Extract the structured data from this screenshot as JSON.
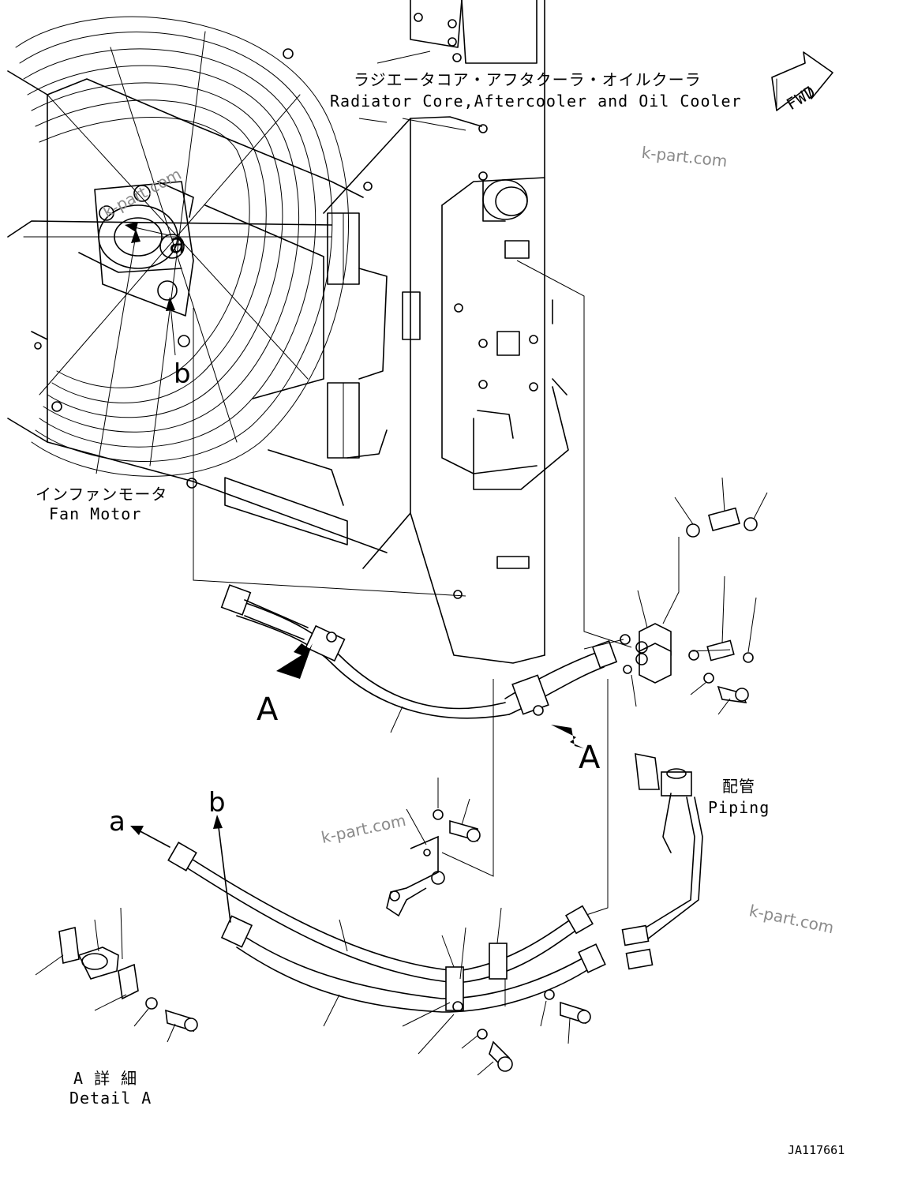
{
  "labels": {
    "radiator_jp": "ラジエータコア・アフタクーラ・オイルクーラ",
    "radiator_en": "Radiator Core,Aftercooler and Oil Cooler",
    "fan_motor_jp": "インファンモータ",
    "fan_motor_en": "Fan Motor",
    "piping_jp": "配管",
    "piping_en": "Piping",
    "detail_jp": "A 詳 細",
    "detail_en": "Detail A",
    "fwd": "FWD",
    "marker_a_upper": "a",
    "marker_b_upper": "b",
    "marker_a_lower": "a",
    "marker_b_lower": "b",
    "view_a_left": "A",
    "view_a_right": "A",
    "drawing_code": "JA117661"
  },
  "watermark": "k-part.com",
  "colors": {
    "line": "#000000",
    "watermark": "#8a8a8a",
    "background": "#ffffff"
  }
}
